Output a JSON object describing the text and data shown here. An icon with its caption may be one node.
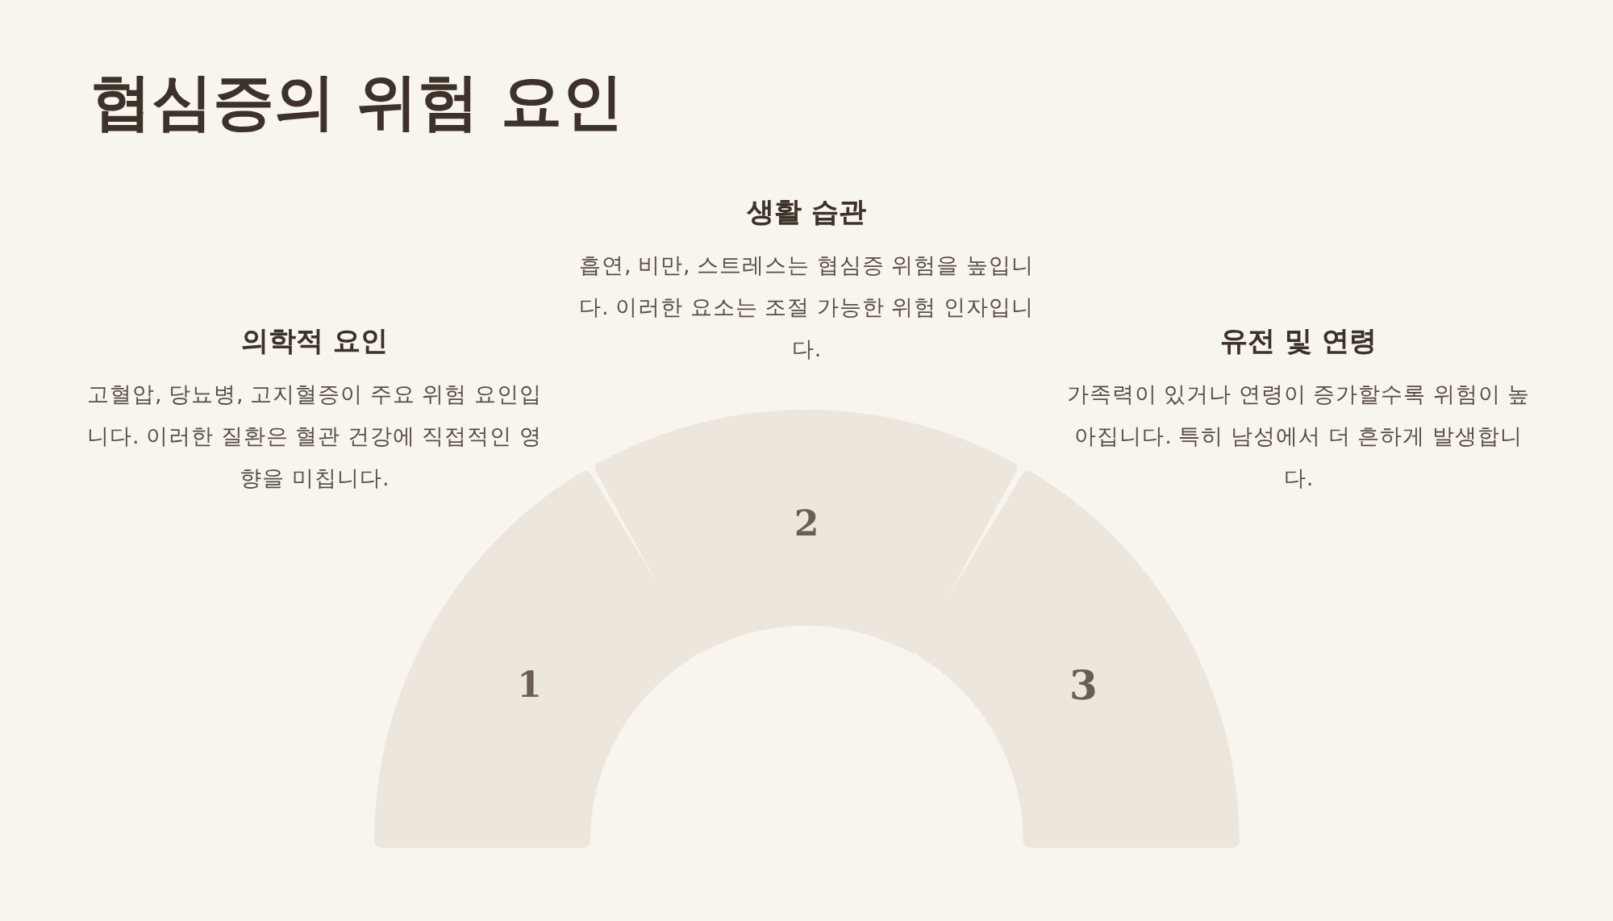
{
  "diagram": {
    "title": "협심증의 위험 요인",
    "nodes": [
      {
        "text": [
          "1"
        ]
      },
      {
        "text": [
          "2"
        ]
      },
      {
        "text": [
          "3"
        ]
      }
    ],
    "labels": [
      "생활 습관",
      "흡연, 비만, 스트레스는 협심증 위험을 높입니다. 이러한 요소는 조절 가능한 위험 인자입니다.",
      "의학적 요인",
      "고혈압, 당뇨병, 고지혈증이 주요 위험 요인입니다. 이러한 질환은 혈관 건강에 직접적인 영향을 미칩니다.",
      "유전 및 연령",
      "가족력이 있거나 연령이 증가할수록 위험이 높아집니다. 특히 남성에서 더 흔하게 발생합니다."
    ]
  }
}
